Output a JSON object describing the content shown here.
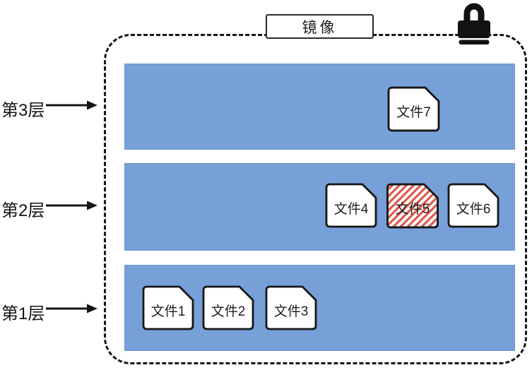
{
  "title": {
    "label": "镜像"
  },
  "icons": {
    "lock": "padlock-icon",
    "arrow": "right-arrow-icon",
    "file": "document-icon"
  },
  "colors": {
    "layer_blue": "#77a0d9",
    "hatch_red": "#dd5346",
    "outline_black": "#161616",
    "file_fill": "#ffffff"
  },
  "layers": [
    {
      "label": "第3层",
      "files": [
        {
          "label": "文件7",
          "hatched": false
        }
      ]
    },
    {
      "label": "第2层",
      "files": [
        {
          "label": "文件4",
          "hatched": false
        },
        {
          "label": "文件5",
          "hatched": true
        },
        {
          "label": "文件6",
          "hatched": false
        }
      ]
    },
    {
      "label": "第1层",
      "files": [
        {
          "label": "文件1",
          "hatched": false
        },
        {
          "label": "文件2",
          "hatched": false
        },
        {
          "label": "文件3",
          "hatched": false
        }
      ]
    }
  ]
}
